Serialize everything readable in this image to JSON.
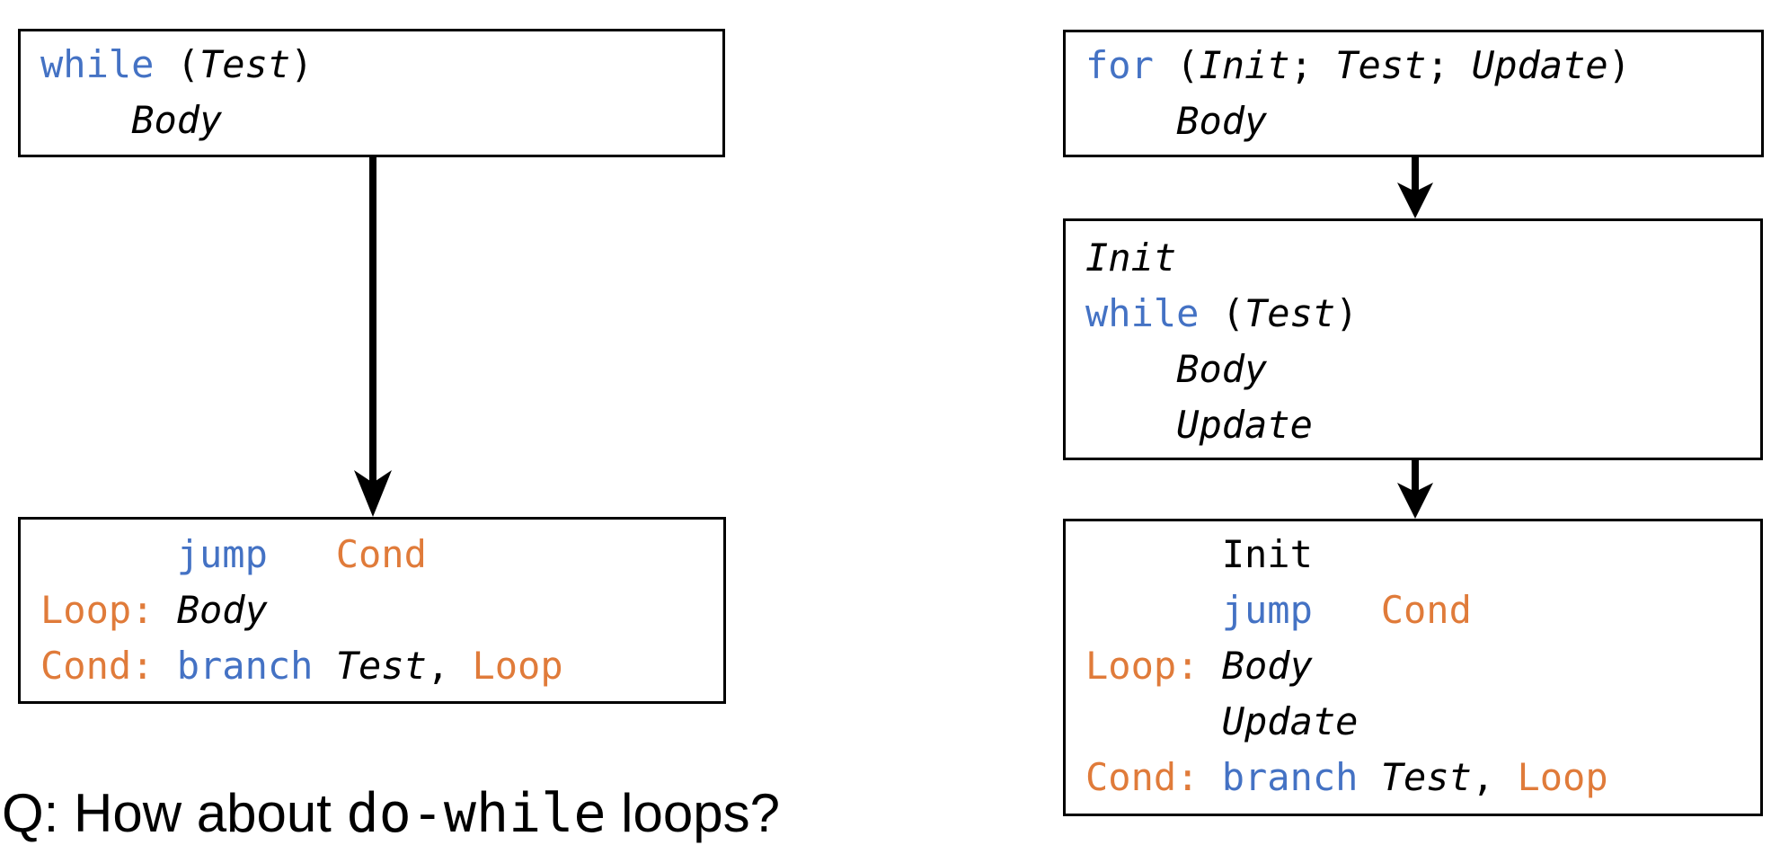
{
  "colors": {
    "keyword": "#4472C4",
    "label": "#E07B3A",
    "text": "#000000",
    "border": "#000000"
  },
  "boxes": {
    "while_source": {
      "lines": [
        [
          {
            "t": "while",
            "s": "kw"
          },
          {
            "t": " (",
            "s": "pln"
          },
          {
            "t": "Test",
            "s": "var"
          },
          {
            "t": ")",
            "s": "pln"
          }
        ],
        [
          {
            "t": "    ",
            "s": "pln"
          },
          {
            "t": "Body",
            "s": "var"
          }
        ]
      ]
    },
    "while_assembly": {
      "lines": [
        [
          {
            "t": "      ",
            "s": "pln"
          },
          {
            "t": "jump",
            "s": "kw"
          },
          {
            "t": "   ",
            "s": "pln"
          },
          {
            "t": "Cond",
            "s": "lbl"
          }
        ],
        [
          {
            "t": "Loop:",
            "s": "lbl"
          },
          {
            "t": " ",
            "s": "pln"
          },
          {
            "t": "Body",
            "s": "var"
          }
        ],
        [
          {
            "t": "Cond:",
            "s": "lbl"
          },
          {
            "t": " ",
            "s": "pln"
          },
          {
            "t": "branch",
            "s": "kw"
          },
          {
            "t": " ",
            "s": "pln"
          },
          {
            "t": "Test",
            "s": "var"
          },
          {
            "t": ", ",
            "s": "pln"
          },
          {
            "t": "Loop",
            "s": "lbl"
          }
        ]
      ]
    },
    "for_source": {
      "lines": [
        [
          {
            "t": "for",
            "s": "kw"
          },
          {
            "t": " (",
            "s": "pln"
          },
          {
            "t": "Init",
            "s": "var"
          },
          {
            "t": "; ",
            "s": "pln"
          },
          {
            "t": "Test",
            "s": "var"
          },
          {
            "t": "; ",
            "s": "pln"
          },
          {
            "t": "Update",
            "s": "var"
          },
          {
            "t": ")",
            "s": "pln"
          }
        ],
        [
          {
            "t": "    ",
            "s": "pln"
          },
          {
            "t": "Body",
            "s": "var"
          }
        ]
      ]
    },
    "for_as_while": {
      "lines": [
        [
          {
            "t": "Init",
            "s": "var"
          }
        ],
        [
          {
            "t": "while",
            "s": "kw"
          },
          {
            "t": " (",
            "s": "pln"
          },
          {
            "t": "Test",
            "s": "var"
          },
          {
            "t": ")",
            "s": "pln"
          }
        ],
        [
          {
            "t": "    ",
            "s": "pln"
          },
          {
            "t": "Body",
            "s": "var"
          }
        ],
        [
          {
            "t": "    ",
            "s": "pln"
          },
          {
            "t": "Update",
            "s": "var"
          }
        ]
      ]
    },
    "for_assembly": {
      "lines": [
        [
          {
            "t": "      Init",
            "s": "pln"
          }
        ],
        [
          {
            "t": "      ",
            "s": "pln"
          },
          {
            "t": "jump",
            "s": "kw"
          },
          {
            "t": "   ",
            "s": "pln"
          },
          {
            "t": "Cond",
            "s": "lbl"
          }
        ],
        [
          {
            "t": "Loop:",
            "s": "lbl"
          },
          {
            "t": " ",
            "s": "pln"
          },
          {
            "t": "Body",
            "s": "var"
          }
        ],
        [
          {
            "t": "      ",
            "s": "pln"
          },
          {
            "t": "Update",
            "s": "var"
          }
        ],
        [
          {
            "t": "Cond:",
            "s": "lbl"
          },
          {
            "t": " ",
            "s": "pln"
          },
          {
            "t": "branch",
            "s": "kw"
          },
          {
            "t": " ",
            "s": "pln"
          },
          {
            "t": "Test",
            "s": "var"
          },
          {
            "t": ", ",
            "s": "pln"
          },
          {
            "t": "Loop",
            "s": "lbl"
          }
        ]
      ]
    }
  },
  "question": {
    "lines": [
      [
        {
          "t": "Q: How about ",
          "s": "qs"
        },
        {
          "t": "do-while",
          "s": "qm"
        },
        {
          "t": " loops?",
          "s": "qs"
        }
      ]
    ]
  }
}
